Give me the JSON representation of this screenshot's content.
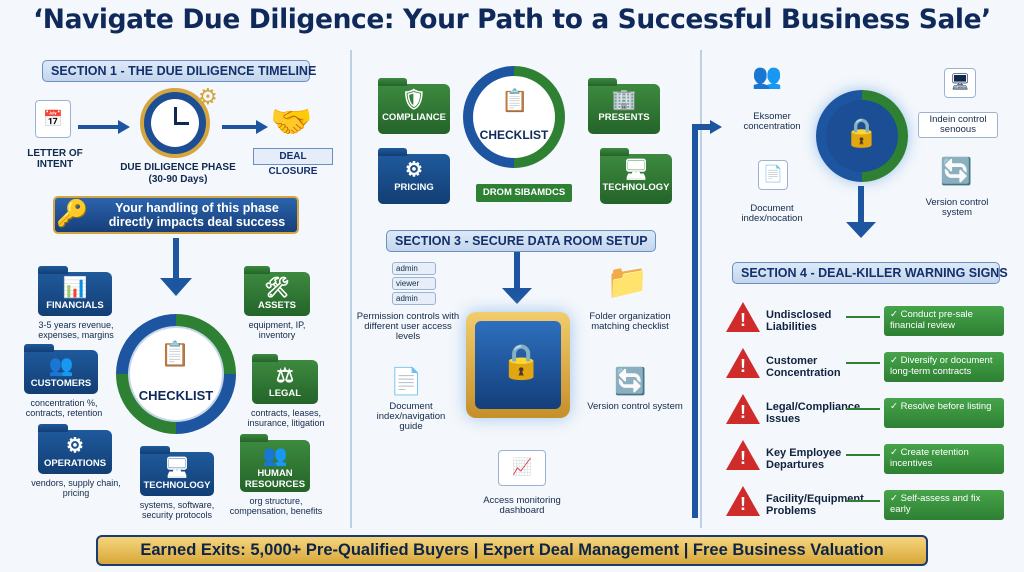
{
  "title": "‘Navigate Due Diligence: Your Path to a Successful Business Sale’",
  "section1": {
    "heading": "SECTION 1 - THE DUE DILIGENCE TIMELINE",
    "loi": "LETTER OF INTENT",
    "phase": "DUE DILIGENCE PHASE",
    "days": "(30-90 Days)",
    "closure": "DEAL CLOSURE",
    "callout": "Your handling of this phase directly impacts deal success",
    "center": "CHECKLIST",
    "folders": [
      {
        "label": "FINANCIALS",
        "desc": "3-5 years revenue, expenses, margins",
        "icon": "chart-icon"
      },
      {
        "label": "CUSTOMERS",
        "desc": "concentration %, contracts, retention",
        "icon": "people-icon"
      },
      {
        "label": "OPERATIONS",
        "desc": "vendors, supply chain, pricing",
        "icon": "gears-icon"
      },
      {
        "label": "TECHNOLOGY",
        "desc": "systems, software, security protocols",
        "icon": "monitor-icon"
      },
      {
        "label": "ASSETS",
        "desc": "equipment, IP, inventory",
        "icon": "tools-icon"
      },
      {
        "label": "LEGAL",
        "desc": "contracts, leases, insurance, litigation",
        "icon": "gavel-icon"
      },
      {
        "label": "HUMAN RESOURCES",
        "desc": "org structure, compensation, benefits",
        "icon": "people-icon"
      }
    ]
  },
  "section2": {
    "center": "CHECKLIST",
    "folders": [
      "COMPLIANCE",
      "PRESENTS",
      "PRICING",
      "TECHNOLOGY"
    ],
    "caption": "DROM SIBAMDCS"
  },
  "section3": {
    "heading": "SECTION 3 - SECURE DATA ROOM SETUP",
    "roles": [
      "admin",
      "viewer",
      "admin"
    ],
    "items": [
      "Permission controls with different user access levels",
      "Folder organization matching checklist",
      "Document index/navigation guide",
      "Version control system",
      "Access monitoring dashboard"
    ]
  },
  "section4": {
    "heading": "SECTION 4 - DEAL-KILLER WARNING SIGNS",
    "top_items": [
      "Eksomer concentration",
      "Indein control senoous",
      "Document index/nocation",
      "Version control system"
    ],
    "warnings": [
      {
        "risk": "Undisclosed Liabilities",
        "fix": "Conduct pre-sale financial review"
      },
      {
        "risk": "Customer Concentration",
        "fix": "Diversify or document long-term contracts"
      },
      {
        "risk": "Legal/Compliance Issues",
        "fix": "Resolve before listing"
      },
      {
        "risk": "Key Employee Departures",
        "fix": "Create retention incentives"
      },
      {
        "risk": "Facility/Equipment Problems",
        "fix": "Self-assess and fix early"
      }
    ]
  },
  "banner": "Earned Exits: 5,000+ Pre-Qualified Buyers | Expert Deal Management | Free Business Valuation",
  "colors": {
    "navy": "#0f2a5a",
    "blue": "#1e55a0",
    "green": "#2e8033",
    "red": "#d02b2b",
    "gold": "#e4b650"
  }
}
